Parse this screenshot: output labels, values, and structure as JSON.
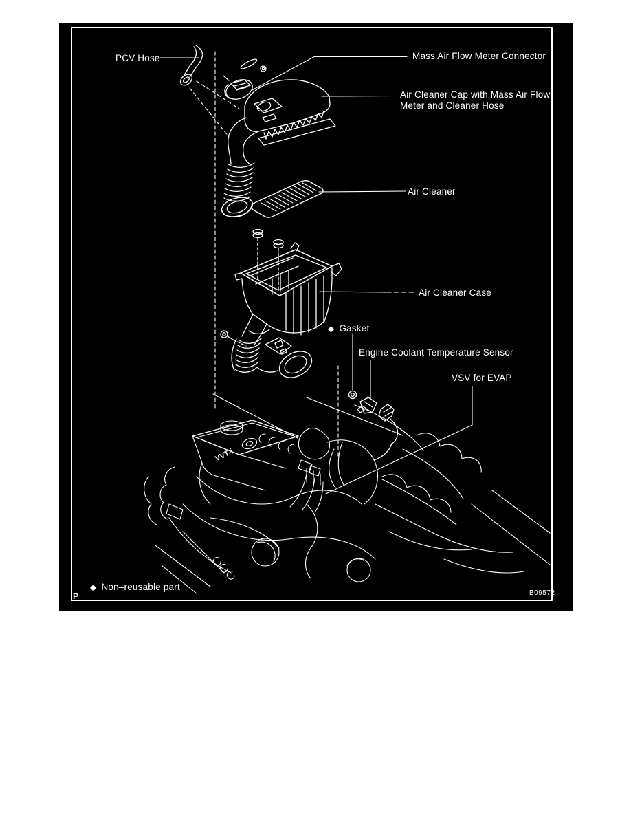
{
  "figure": {
    "colors": {
      "panel_background": "#000000",
      "line_and_text": "#ffffff",
      "page_background": "#ffffff"
    },
    "labels": {
      "pcv_hose": "PCV Hose",
      "maf_connector": "Mass Air Flow Meter Connector",
      "air_cleaner_cap_line1": "Air Cleaner Cap with Mass Air Flow",
      "air_cleaner_cap_line2": "Meter and Cleaner Hose",
      "air_cleaner": "Air Cleaner",
      "air_cleaner_case": "Air Cleaner Case",
      "gasket": "Gasket",
      "ect_sensor": "Engine Coolant Temperature Sensor",
      "vsv_evap": "VSV for EVAP"
    },
    "symbols": {
      "non_reusable": "◆"
    },
    "legend": {
      "symbol": "◆",
      "text": "Non–reusable part"
    },
    "engine_text": "VVT-i",
    "page_marker": "P",
    "figure_code": "B09572"
  }
}
